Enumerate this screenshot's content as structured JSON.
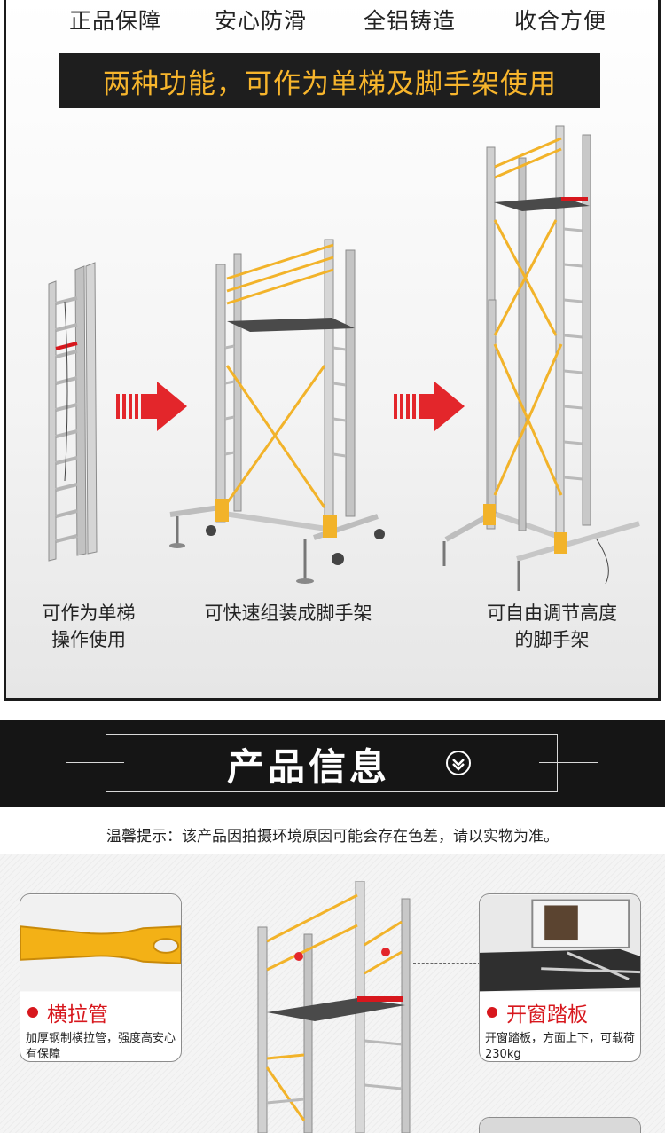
{
  "features": [
    "正品保障",
    "安心防滑",
    "全铝铸造",
    "收合方便"
  ],
  "banner": "两种功能，可作为单梯及脚手架使用",
  "captions": {
    "single_ladder": [
      "可作为单梯",
      "操作使用"
    ],
    "scaffold": [
      "可快速组装成脚手架"
    ],
    "adjustable": [
      "可自由调节高度",
      "的脚手架"
    ]
  },
  "info_section": {
    "title": "产品信息",
    "notice": "温馨提示：该产品因拍摄环境原因可能会存在色差，请以实物为准。"
  },
  "details": [
    {
      "title": "横拉管",
      "desc": "加厚钢制横拉管，强度高安心有保障"
    },
    {
      "title": "开窗踏板",
      "desc": "开窗踏板，方面上下，可载荷230kg"
    }
  ],
  "colors": {
    "banner_bg": "#1e1e1e",
    "banner_text": "#f7b52c",
    "arrow_red": "#e3262b",
    "accent_red": "#d7171d",
    "brace_yellow": "#f2b32a",
    "aluminum": "#c9c9c9",
    "header_bg": "#151515"
  },
  "icons": {
    "arrow": "right-arrow-icon",
    "chevron": "chevron-down-circle-icon",
    "bullet": "red-dot-icon"
  }
}
